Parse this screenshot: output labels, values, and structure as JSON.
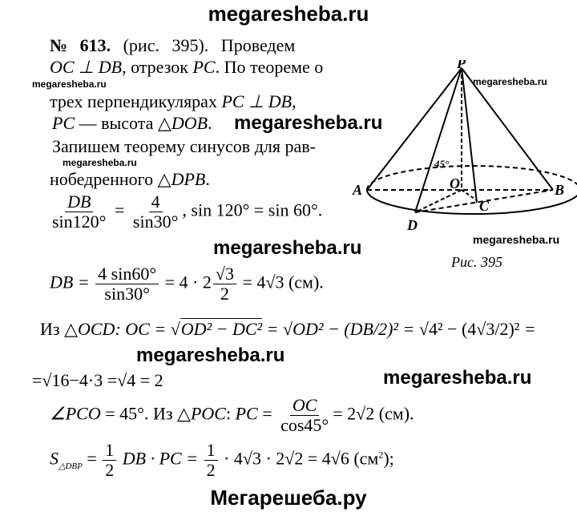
{
  "header": {
    "site": "megaresheba.ru"
  },
  "watermarks": {
    "text": "megaresheba.ru"
  },
  "problem": {
    "number": "№ 613.",
    "line1_rest": "(рис. 395). Проведем",
    "line2": {
      "a": "OC ⊥ DB",
      "b": ", отрезок ",
      "c": "PC",
      "d": ". По теореме о"
    },
    "line3": {
      "a": "трех перпендикулярах ",
      "b": "PC ⊥ DB",
      ",": ","
    },
    "line4": {
      "a": "PC",
      "b": " — высота △",
      "c": "DOB",
      "d": "."
    },
    "line5": "Запишем теорему синусов для рав-",
    "line6": {
      "a": "нобедренного △",
      "b": "DPB",
      "c": "."
    },
    "eq1": {
      "num1": "DB",
      "den1": "sin120°",
      "eq": "=",
      "num2": "4",
      "den2": "sin30°",
      "rest": ", sin 120° = sin 60°."
    },
    "eq2": {
      "lhs": "DB =",
      "num1": "4 sin60°",
      "den1": "sin30°",
      "mid": "= 4 · 2",
      "num2": "√3",
      "den2": "2",
      "rest": "= 4√3 (см)."
    },
    "eq3": {
      "a": "Из △",
      "b": "OCD",
      "c": ": ",
      "d": "OC",
      "e": " = ",
      "f": "OD² − DC²",
      "g": " = ",
      "h": "OD² − (DB/2)²",
      "i": " = ",
      "j": "4² − (4√3/2)²",
      "k": " ="
    },
    "eq4": "=√16−4·3 =√4 = 2",
    "eq5": {
      "a": "∠PCO",
      "b": " = 45°. Из △",
      "c": "POC",
      "d": ": ",
      "e": "PC",
      "f": " = ",
      "num": "OC",
      "den": "cos45°",
      "g": "= 2√2 (см)."
    },
    "eq6": {
      "a": "S",
      "sub": "△DBP",
      "b": " = ",
      "n1": "1",
      "d1": "2",
      "c": " DB · PC = ",
      "n2": "1",
      "d2": "2",
      "d": " · 4√3 · 2√2 = 4√6 (см",
      "sup": "2",
      "e": ");"
    }
  },
  "figure": {
    "caption": "Рис. 395",
    "labels": {
      "P": "P",
      "A": "A",
      "B": "B",
      "O": "O",
      "C": "C",
      "D": "D",
      "angle": "45°"
    }
  },
  "footer": {
    "site": "Мегарешеба.ру"
  }
}
